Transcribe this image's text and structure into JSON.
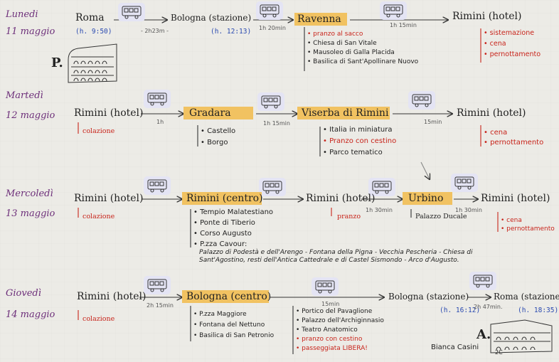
{
  "days": [
    {
      "day": "Lunedi",
      "date": "11 maggio",
      "stops": [
        "Roma",
        "Bologna (stazione)",
        "Ravenna",
        "Rimini (hotel)"
      ],
      "times": [
        "(h. 9:50)",
        "(h. 12:13)"
      ],
      "durations": [
        "- 2h23m -",
        "1h 20min",
        "1h 15min"
      ],
      "ravenna_items": [
        {
          "text": "pranzo al sacco",
          "red": true
        },
        {
          "text": "Chiesa di San Vitale",
          "red": false
        },
        {
          "text": "Mausoleo di Galla Placida",
          "red": false
        },
        {
          "text": "Basilica di Sant'Apollinare Nuovo",
          "red": false
        }
      ],
      "hotel_items": [
        "sistemazione",
        "cena",
        "pernottamento"
      ],
      "initial": "P."
    },
    {
      "day": "Martedì",
      "date": "12 maggio",
      "stops": [
        "Rimini (hotel)",
        "Gradara",
        "Viserba di Rimini",
        "Rimini (hotel)"
      ],
      "durations": [
        "1h",
        "1h 15min",
        "15min"
      ],
      "start_item": "colazione",
      "gradara_items": [
        "Castello",
        "Borgo"
      ],
      "viserba_items": [
        {
          "text": "Italia in miniatura",
          "red": false
        },
        {
          "text": "Pranzo con cestino",
          "red": true
        },
        {
          "text": "Parco tematico",
          "red": false
        }
      ],
      "hotel_items": [
        "cena",
        "pernottamento"
      ]
    },
    {
      "day": "Mercoledì",
      "date": "13 maggio",
      "stops": [
        "Rimini (hotel)",
        "Rimini (centro)",
        "Rimini (hotel)",
        "Urbino",
        "Rimini (hotel)"
      ],
      "durations": [
        "1h 30min",
        "1h 30min"
      ],
      "start_item": "colazione",
      "centro_items": [
        "Tempio Malatestiano",
        "Ponte di Tiberio",
        "Corso Augusto",
        "P.zza Cavour:"
      ],
      "centro_note": "Palazzo di Podestà e dell'Arengo - Fontana della Pigna - Vecchia Pescheria - Chiesa di Sant'Agostino, resti dell'Antica Cattedrale e di Castel Sismondo - Arco d'Augusto.",
      "hotel_item": "pranzo",
      "urbino_item": "Palazzo Ducale",
      "hotel_items": [
        "cena",
        "pernottamento"
      ]
    },
    {
      "day": "Giovedì",
      "date": "14 maggio",
      "stops": [
        "Rimini (hotel)",
        "Bologna (centro)",
        "Bologna (stazione)",
        "Roma (stazione)"
      ],
      "times": [
        "(h. 16:12)",
        "(h. 18:35)"
      ],
      "durations": [
        "2h 15min",
        "15min",
        "2h 47min."
      ],
      "start_item": "colazione",
      "centro_items": [
        "P.zza Maggiore",
        "Fontana del Nettuno",
        "Basilica di San Petronio"
      ],
      "walk_items": [
        {
          "text": "Portico del Pavaglione",
          "red": false
        },
        {
          "text": "Palazzo dell'Archiginnasio",
          "red": false
        },
        {
          "text": "Teatro Anatomico",
          "red": false
        },
        {
          "text": "pranzo con cestino",
          "red": true
        },
        {
          "text": "passeggiata LIBERA!",
          "red": true
        }
      ],
      "initial": "A.",
      "signature": "Bianca Casini",
      "class": "2C"
    }
  ]
}
